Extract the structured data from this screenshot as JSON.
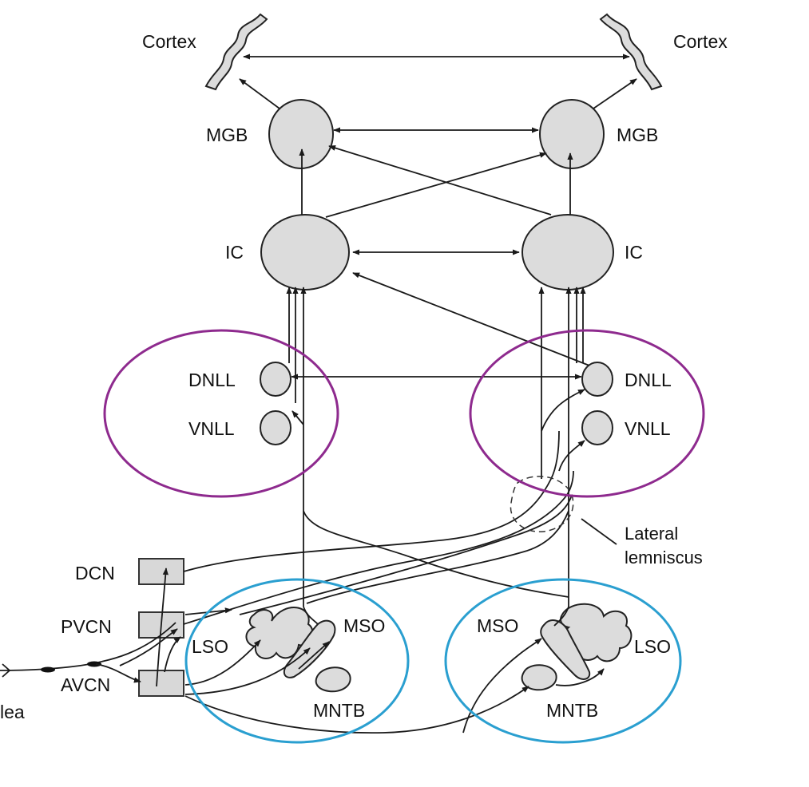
{
  "colors": {
    "nucleus_fill": "#dcdcdc",
    "lemniscus_ring": "#8e2a8e",
    "olivary_ring": "#2a9fd0",
    "line": "#1a1a1a"
  },
  "labels": {
    "cortex_left": "Cortex",
    "cortex_right": "Cortex",
    "mgb_left": "MGB",
    "mgb_right": "MGB",
    "ic_left": "IC",
    "ic_right": "IC",
    "dnll_left": "DNLL",
    "vnll_left": "VNLL",
    "dnll_right": "DNLL",
    "vnll_right": "VNLL",
    "lateral_lemniscus_line1": "Lateral",
    "lateral_lemniscus_line2": "lemniscus",
    "dcn": "DCN",
    "pvcn": "PVCN",
    "avcn": "AVCN",
    "cochlea_partial": "lea",
    "lso_left": "LSO",
    "mso_left": "MSO",
    "mntb_left": "MNTB",
    "mso_right": "MSO",
    "lso_right": "LSO",
    "mntb_right": "MNTB"
  }
}
